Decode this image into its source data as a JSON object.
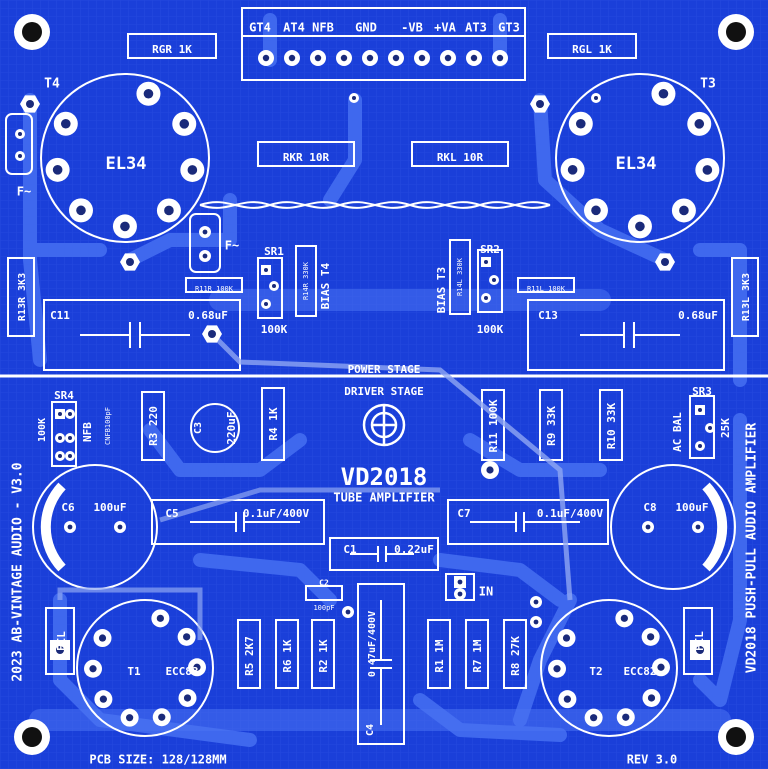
{
  "board": {
    "title": "VD2018",
    "subtitle": "TUBE AMPLIFIER",
    "section_power": "POWER STAGE",
    "section_driver": "DRIVER STAGE",
    "left_edge_text": "2023 AB-VINTAGE AUDIO - V3.0",
    "right_edge_text": "VD2018 PUSH-PULL AUDIO AMPLIFIER",
    "pcb_size": "PCB SIZE: 128/128MM",
    "revision": "REV 3.0"
  },
  "connector": {
    "pins": [
      "GT4",
      "AT4",
      "NFB",
      "GND",
      "-VB",
      "+VA",
      "AT3",
      "GT3"
    ]
  },
  "labels": {
    "rgr": "RGR 1K",
    "rgl": "RGL 1K",
    "t4": "T4",
    "t3": "T3",
    "el34": "EL34",
    "rkr": "RKR 10R",
    "rkl": "RKL 10R",
    "f1": "F~",
    "f2": "F~",
    "sr1": "SR1",
    "sr2": "SR2",
    "sr3": "SR3",
    "sr4": "SR4",
    "r11r": "R11R 100K",
    "r11l": "R11L 100K",
    "r14r": "R14R 330K",
    "r14l": "R14L 330K",
    "bias_t4": "BIAS T4",
    "bias_t3": "BIAS T3",
    "k100": "100K",
    "r13r": "R13R 3K3",
    "r13l": "R13L 3K3",
    "c11": "C11",
    "c13": "C13",
    "uf068": "0.68uF",
    "nfb": "NFB",
    "cnfb": "CNFB100pF",
    "r3": "R3 220",
    "c3": "C3",
    "c3v": "220uF",
    "r4": "R4 1K",
    "r11": "R11 100K",
    "r9": "R9 33K",
    "r10": "R10 33K",
    "ac_bal": "AC BAL",
    "k25": "25K",
    "c6": "C6",
    "c8": "C8",
    "uf100": "100uF",
    "c5": "C5",
    "c7": "C7",
    "uf01": "0.1uF/400V",
    "c1": "C1",
    "uf022": "0.22uF",
    "c2": "C2",
    "pf100": "100pF",
    "in": "IN",
    "c4": "C4",
    "uf047": "0.47uF/400V",
    "r5": "R5 2K7",
    "r6": "R6 1K",
    "r2": "R2 1K",
    "r1": "R1 1M",
    "r7": "R7 1M",
    "r8": "R8 27K",
    "t1": "T1",
    "t2": "T2",
    "ecc83": "ECC83",
    "ecc82": "ECC82",
    "fil": "FIL"
  }
}
